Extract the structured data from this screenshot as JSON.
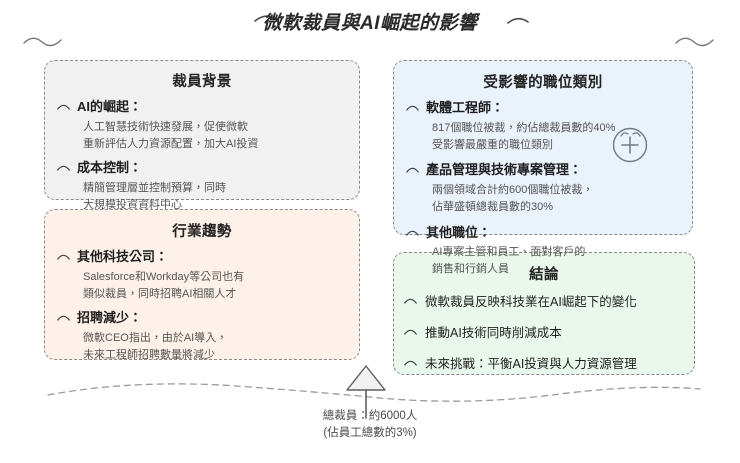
{
  "header": {
    "title": "微軟裁員與AI崛起的影響"
  },
  "panels": {
    "background": {
      "title": "裁員背景",
      "color": "#f1f1f1",
      "items": [
        {
          "label": "AI的崛起：",
          "desc": "人工智慧技術快速發展，促使微軟\n重新評估人力資源配置，加大AI投資"
        },
        {
          "label": "成本控制：",
          "desc": "精簡管理層並控制預算，同時\n大規模投資資料中心"
        }
      ]
    },
    "industry": {
      "title": "行業趨勢",
      "color": "#fdf1e9",
      "items": [
        {
          "label": "其他科技公司：",
          "desc": "Salesforce和Workday等公司也有\n類似裁員，同時招聘AI相關人才"
        },
        {
          "label": "招聘減少：",
          "desc": "微軟CEO指出，由於AI導入，\n未來工程師招聘數量將減少"
        }
      ]
    },
    "roles": {
      "title": "受影響的職位類別",
      "color": "#eaf2fb",
      "items": [
        {
          "label": "軟體工程師：",
          "desc": "817個職位被裁，約佔總裁員數的40%\n受影響最嚴重的職位類別"
        },
        {
          "label": "產品管理與技術專案管理：",
          "desc": "兩個領域合計約600個職位被裁，\n佔華盛頓總裁員數的30%"
        },
        {
          "label": "其他職位：",
          "desc": "AI專案主管和員工、面對客戶的\n銷售和行銷人員"
        }
      ]
    },
    "conclusion": {
      "title": "結論",
      "color": "#e9f7ec",
      "items": [
        {
          "label": "微軟裁員反映科技業在AI崛起下的變化"
        },
        {
          "label": "推動AI技術同時削減成本"
        },
        {
          "label": "未來挑戰：平衡AI投資與人力資源管理"
        }
      ]
    }
  },
  "summary": {
    "caption": "總裁員：約6000人\n(佔員工總數的3%)",
    "arrow_icon": "up-arrow-triangle-icon"
  },
  "icons": {
    "plus_circle": "plus-circle-icon",
    "bullet": "arc-bullet-icon",
    "deco_squiggle": "squiggle-decoration-icon"
  },
  "theme": {
    "title_color": "#2a2a2a",
    "label_color": "#1f1f1f",
    "desc_color": "#555555",
    "border_color": "#8a8a8a",
    "deco_color": "#6b6b6b"
  }
}
